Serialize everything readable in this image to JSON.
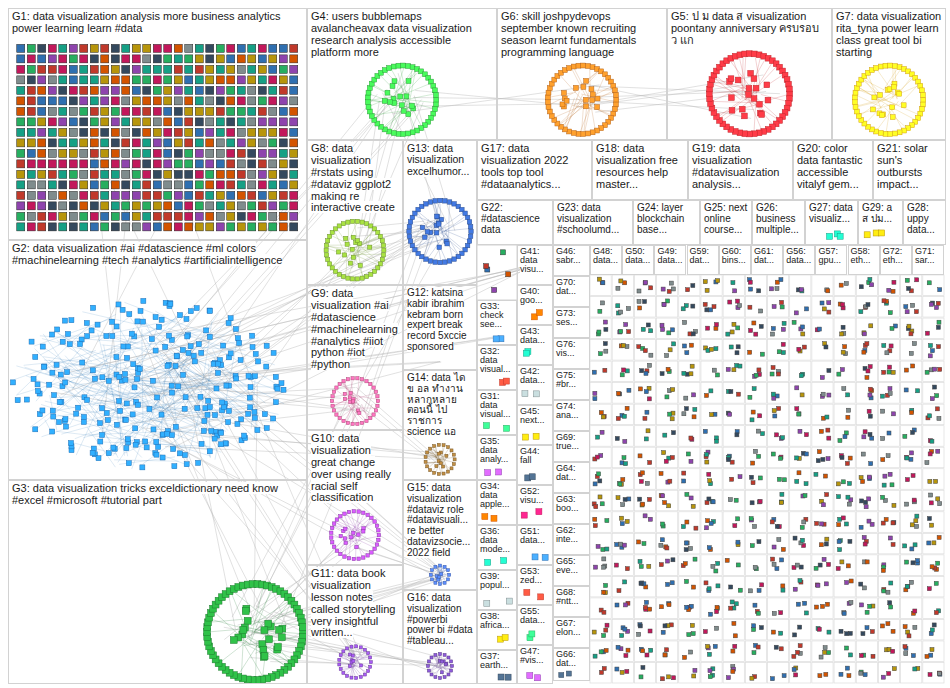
{
  "diagram": {
    "nodes": [
      {
        "text": [
          "G1: data visualization analysis more business analytics power learning learn #data"
        ]
      },
      {
        "text": [
          "G4: users bubblemaps avalancheavax data visualization research analysis accessible platform more"
        ]
      },
      {
        "text": [
          "G6: skill joshpydevops september known recruiting season learnt fundamentals programming language"
        ]
      },
      {
        "text": [
          "G5: ป ม data ส visualization poontany anniversary ครบรอบ ว แก"
        ]
      },
      {
        "text": [
          "G7: data visualization rita_tyna power learn class great tool bi starting"
        ]
      },
      {
        "text": [
          "G8: data visualization #rstats using #dataviz ggplot2 making re interactive create"
        ]
      },
      {
        "text": [
          "G13: data visualization excelhumor..."
        ]
      },
      {
        "text": [
          "G17: data visualization 2022 tools top tool #dataanalytics..."
        ]
      },
      {
        "text": [
          "G18: data visualization free resources help master..."
        ]
      },
      {
        "text": [
          "G19: data visualization #datavisualization analysis..."
        ]
      },
      {
        "text": [
          "G20: color data fantastic accessible vitalyf gem..."
        ]
      },
      {
        "text": [
          "G21: solar sun's outbursts impact..."
        ]
      },
      {
        "text": [
          "G22: #datascience data"
        ]
      },
      {
        "text": [
          "G23: data visualization #schoolumd..."
        ]
      },
      {
        "text": [
          "G24: layer blockchain base..."
        ]
      },
      {
        "text": [
          "G25: next online course..."
        ]
      },
      {
        "text": [
          "G26: business multiple..."
        ]
      },
      {
        "text": [
          "G27: data visualiz..."
        ]
      },
      {
        "text": [
          "G29: a ส ปม..."
        ]
      },
      {
        "text": [
          "G28: uppy data..."
        ]
      },
      {
        "text": [
          "G2: data visualization #ai #datascience #ml colors #machinelearning #tech #analytics #artificialintelligence"
        ]
      },
      {
        "text": [
          "G12: katsina kabir ibrahim kebram born expert break record 5xccie sponsored"
        ]
      },
      {
        "text": [
          "G9: data visualization #ai #datascience #machinelearning #analytics #iiot python #iot #python"
        ]
      },
      {
        "text": [
          "G14: data ได ข อล ทำงานหลากหลาย ตอนนี้ ไปราชการ science แอ"
        ]
      },
      {
        "text": [
          "G10: data visualization great change over using really racial self classification"
        ]
      },
      {
        "text": [
          "G15: data visualization #dataviz role #datavisuali... re better datavizsocie... 2022 field"
        ]
      },
      {
        "text": [
          "G11: data book visualization lesson notes called storytelling very insightful written..."
        ]
      },
      {
        "text": [
          "G16: data visualization #powerbi power bi #data #tableau..."
        ]
      },
      {
        "text": [
          "G3: data visualization tricks exceldictionary need know #excel #microsoft #tutorial part"
        ]
      },
      {
        "text": [
          "G33: check see..."
        ]
      },
      {
        "text": [
          "G32: data visual..."
        ]
      },
      {
        "text": [
          "G31: data visual..."
        ]
      },
      {
        "text": [
          "G35: data analy..."
        ]
      },
      {
        "text": [
          "G34: data apple..."
        ]
      },
      {
        "text": [
          "G36: data mode..."
        ]
      },
      {
        "text": [
          "G39: popul..."
        ]
      },
      {
        "text": [
          "G38: africa..."
        ]
      },
      {
        "text": [
          "G37: earth..."
        ]
      },
      {
        "text": [
          "G41: data visu..."
        ]
      },
      {
        "text": [
          "G40: goo..."
        ]
      },
      {
        "text": [
          "G43: data..."
        ]
      },
      {
        "text": [
          "G42: data..."
        ]
      },
      {
        "text": [
          "G45: next..."
        ]
      },
      {
        "text": [
          "G44: fall"
        ]
      },
      {
        "text": [
          "G52: visu..."
        ]
      },
      {
        "text": [
          "G51: data..."
        ]
      },
      {
        "text": [
          "G53: zed..."
        ]
      },
      {
        "text": [
          "G55: data..."
        ]
      },
      {
        "text": [
          "G47: #vis..."
        ]
      },
      {
        "text": [
          "G46: sabr..."
        ]
      },
      {
        "text": [
          "G70: dat..."
        ]
      },
      {
        "text": [
          "G73: ses..."
        ]
      },
      {
        "text": [
          "G76: vis..."
        ]
      },
      {
        "text": [
          "G75: #br..."
        ]
      },
      {
        "text": [
          "G74: ana..."
        ]
      },
      {
        "text": [
          "G69: true..."
        ]
      },
      {
        "text": [
          "G64: dat..."
        ]
      },
      {
        "text": [
          "G63: boo..."
        ]
      },
      {
        "text": [
          "G62: inte..."
        ]
      },
      {
        "text": [
          "G65: eve..."
        ]
      },
      {
        "text": [
          "G68: #ntt..."
        ]
      },
      {
        "text": [
          "G67: elon..."
        ]
      },
      {
        "text": [
          "G66: dat..."
        ]
      },
      {
        "text": [
          "G48: data..."
        ]
      },
      {
        "text": [
          "G50: data..."
        ]
      },
      {
        "text": [
          "G49: data..."
        ]
      },
      {
        "text": [
          "G59: dat..."
        ]
      },
      {
        "text": [
          "G60: bins..."
        ]
      },
      {
        "text": [
          "G61: dat..."
        ]
      },
      {
        "text": [
          "G56: data..."
        ]
      },
      {
        "text": [
          "G57: gpu..."
        ]
      },
      {
        "text": [
          "G58: eth..."
        ]
      },
      {
        "text": [
          "G72: eth..."
        ]
      },
      {
        "text": [
          "G71: sar..."
        ]
      }
    ]
  }
}
